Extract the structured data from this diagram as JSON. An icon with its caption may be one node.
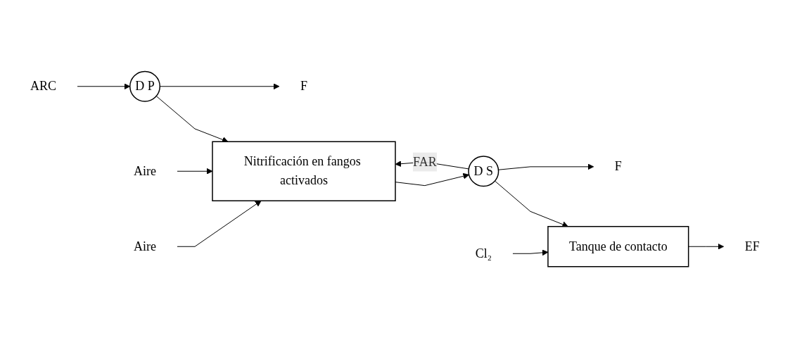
{
  "diagram": {
    "nodes": [
      {
        "text": [
          "ARC"
        ]
      },
      {
        "text": [
          "D P"
        ]
      },
      {
        "text": [
          "Aire"
        ]
      },
      {
        "text": [
          "Aire"
        ]
      },
      {
        "text": [
          "Nitrificación en fangos activados"
        ]
      },
      {
        "text": [
          "D S"
        ]
      },
      {
        "text": [
          "Cl₂"
        ]
      },
      {
        "text": [
          "Tanque de contacto"
        ]
      },
      {
        "text": [
          "EF"
        ]
      },
      {
        "text": [
          "F"
        ]
      },
      {
        "text": [
          "F"
        ]
      }
    ],
    "edges": [
      {
        "from": 0,
        "to": 1,
        "arrow": "to"
      },
      {
        "from": 1,
        "to": 4,
        "arrow": "to"
      },
      {
        "from": 2,
        "to": 4,
        "arrow": "to"
      },
      {
        "from": 3,
        "to": 4,
        "arrow": "to"
      },
      {
        "from": 4,
        "to": 5,
        "arrow": "to"
      },
      {
        "from": 6,
        "to": 7,
        "arrow": "to"
      },
      {
        "from": 5,
        "to": 7,
        "arrow": "to"
      },
      {
        "from": 7,
        "to": 8,
        "arrow": "to"
      },
      {
        "from": 1,
        "to": 9,
        "arrow": "to"
      },
      {
        "from": 5,
        "to": 10,
        "arrow": "to"
      },
      {
        "from": 5,
        "to": 4,
        "label": "FAR",
        "arrow": "to"
      }
    ]
  }
}
